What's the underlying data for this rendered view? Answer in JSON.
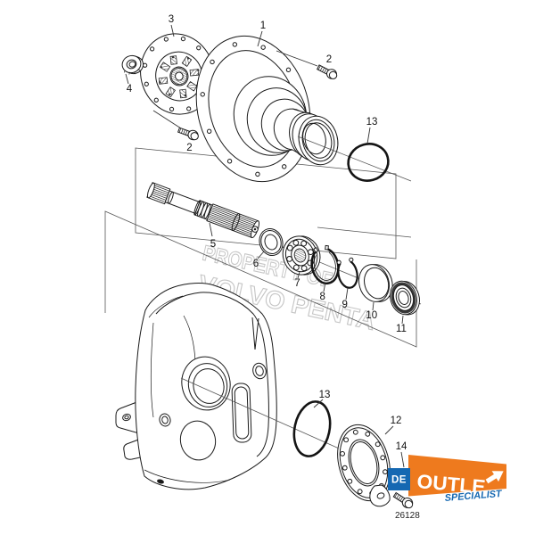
{
  "diagram": {
    "watermark": {
      "line1": "PROPERTY OF",
      "line2": "VOLVO PENTA"
    },
    "drawing_number": "26128",
    "callouts": [
      {
        "label": "3"
      },
      {
        "label": "1"
      },
      {
        "label": "2"
      },
      {
        "label": "4"
      },
      {
        "label": "2"
      },
      {
        "label": "13"
      },
      {
        "label": "5"
      },
      {
        "label": "6"
      },
      {
        "label": "7"
      },
      {
        "label": "8"
      },
      {
        "label": "9"
      },
      {
        "label": "10"
      },
      {
        "label": "11"
      },
      {
        "label": "13"
      },
      {
        "label": "12"
      },
      {
        "label": "14"
      }
    ]
  },
  "logo": {
    "de": "DE",
    "outlet": "OUTLE",
    "arrow_icon": "northeast-arrow",
    "specialist": "SPECIALIST",
    "orange": "#EE7A1E",
    "blue": "#1568B2"
  }
}
